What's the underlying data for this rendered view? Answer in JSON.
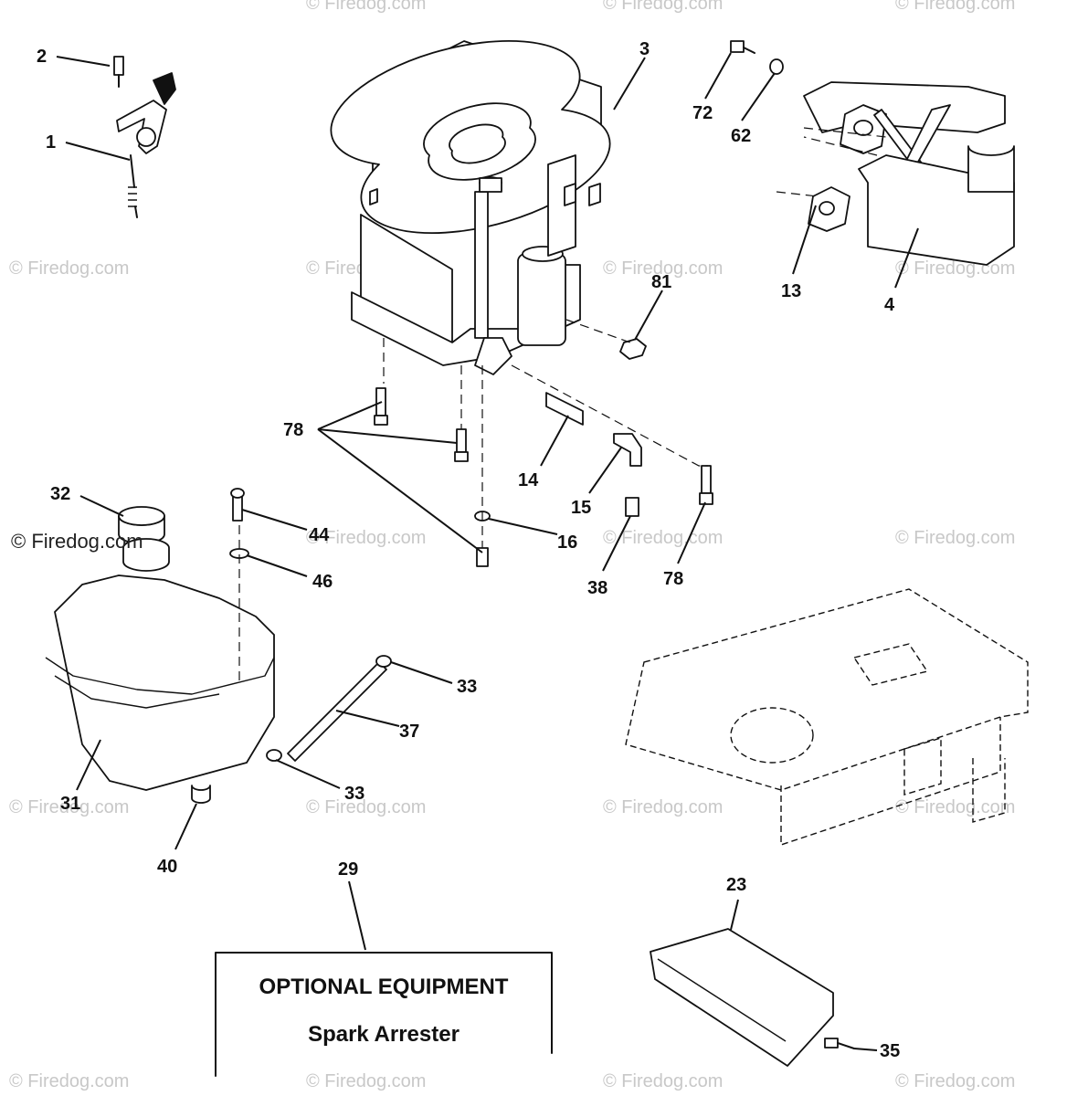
{
  "labels": {
    "p1": "1",
    "p2": "2",
    "p3": "3",
    "p4": "4",
    "p13": "13",
    "p14": "14",
    "p15": "15",
    "p16": "16",
    "p23": "23",
    "p29": "29",
    "p31": "31",
    "p32": "32",
    "p33a": "33",
    "p33b": "33",
    "p35": "35",
    "p37": "37",
    "p38": "38",
    "p40": "40",
    "p44": "44",
    "p46": "46",
    "p62": "62",
    "p72": "72",
    "p78a": "78",
    "p78b": "78",
    "p81": "81"
  },
  "optional_box": {
    "title": "OPTIONAL EQUIPMENT",
    "subtitle": "Spark Arrester"
  },
  "watermark": {
    "text": "© Firedog.com",
    "prominent": "© Firedog.com"
  }
}
